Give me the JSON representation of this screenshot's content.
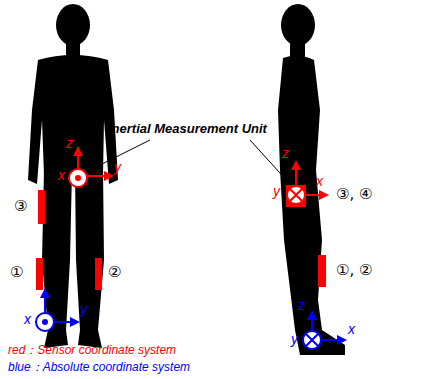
{
  "diagram": {
    "labels": [
      "③",
      "x",
      "z",
      "y",
      "④",
      "①",
      "②",
      "x",
      "y",
      "Inertial Measurement Unit",
      "z",
      "y",
      "x",
      "③, ④",
      "①, ②",
      "z",
      "y",
      "x",
      "red：Sensor coordinate system",
      "blue：Absolute coordinate system"
    ]
  }
}
